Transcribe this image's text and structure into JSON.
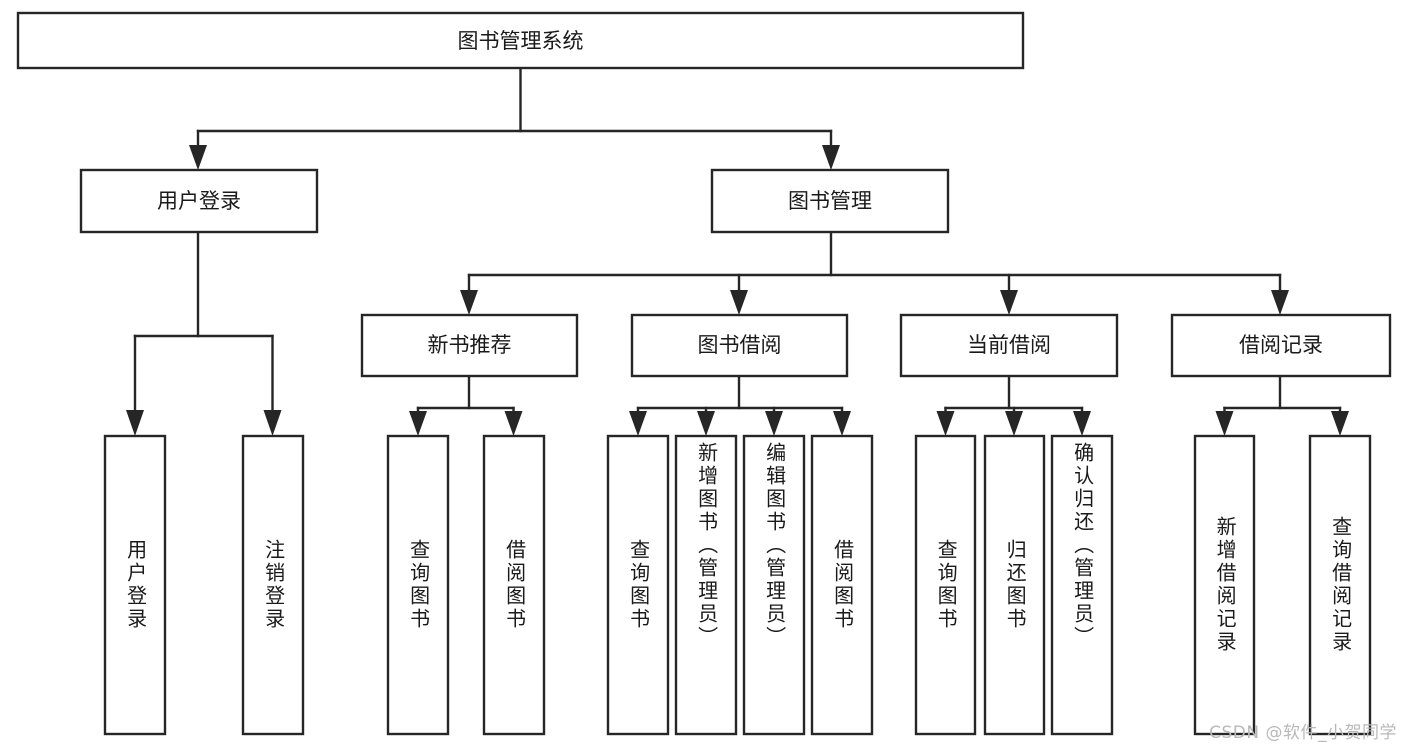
{
  "diagram": {
    "title": "图书管理系统",
    "type": "tree",
    "orientation": "top-down",
    "background_color": "#ffffff",
    "line_color": "#262626",
    "box_fill": "#ffffff",
    "text_color": "#1a1a1a"
  },
  "nodes": {
    "root": {
      "label": "图书管理系统",
      "level": 1
    },
    "level2": [
      {
        "id": "user-login",
        "label": "用户登录"
      },
      {
        "id": "book-management",
        "label": "图书管理"
      }
    ],
    "level3": [
      {
        "id": "new-book-recommend",
        "label": "新书推荐",
        "parent": "book-management"
      },
      {
        "id": "book-borrow",
        "label": "图书借阅",
        "parent": "book-management"
      },
      {
        "id": "current-borrow",
        "label": "当前借阅",
        "parent": "book-management"
      },
      {
        "id": "borrow-record",
        "label": "借阅记录",
        "parent": "book-management"
      }
    ],
    "leaves": {
      "user-login": [
        {
          "id": "leaf-user-login",
          "label": "用户登录"
        },
        {
          "id": "leaf-logout",
          "label": "注销登录"
        }
      ],
      "new-book-recommend": [
        {
          "id": "leaf-query-book-1",
          "label": "查询图书"
        },
        {
          "id": "leaf-borrow-book-1",
          "label": "借阅图书"
        }
      ],
      "book-borrow": [
        {
          "id": "leaf-query-book-2",
          "label": "查询图书"
        },
        {
          "id": "leaf-add-book",
          "label": "新增图书（管理员）"
        },
        {
          "id": "leaf-edit-book",
          "label": "编辑图书（管理员）"
        },
        {
          "id": "leaf-borrow-book-2",
          "label": "借阅图书"
        }
      ],
      "current-borrow": [
        {
          "id": "leaf-query-book-3",
          "label": "查询图书"
        },
        {
          "id": "leaf-return-book",
          "label": "归还图书"
        },
        {
          "id": "leaf-confirm-return",
          "label": "确认归还（管理员）"
        }
      ],
      "borrow-record": [
        {
          "id": "leaf-add-record",
          "label": "新增借阅记录"
        },
        {
          "id": "leaf-query-record",
          "label": "查询借阅记录"
        }
      ]
    }
  },
  "watermark": {
    "text": "CSDN @软件_小贺同学"
  }
}
